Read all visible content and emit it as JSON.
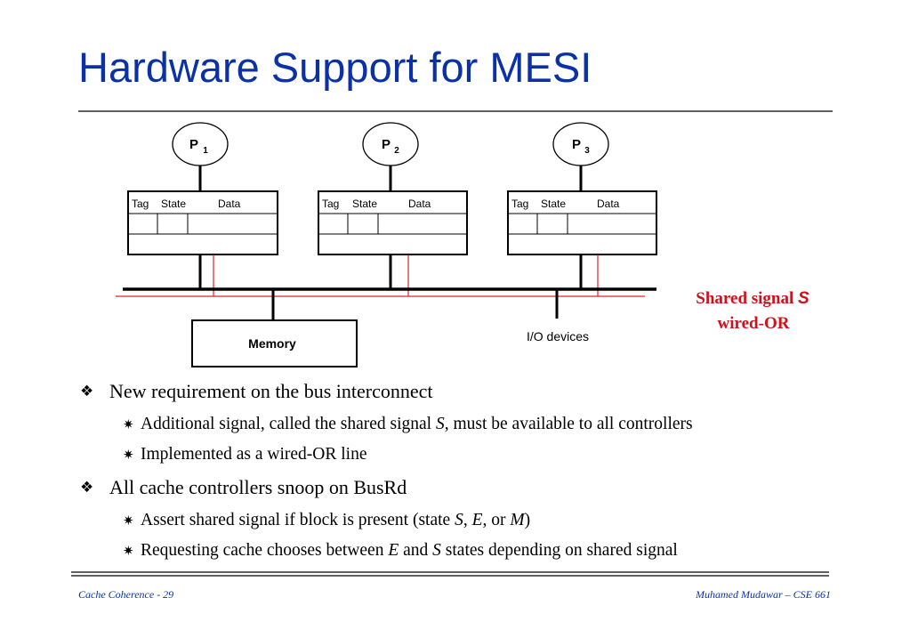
{
  "slide": {
    "title": "Hardware Support for MESI"
  },
  "diagram": {
    "processors": [
      {
        "label": "P",
        "sub": "1"
      },
      {
        "label": "P",
        "sub": "2"
      },
      {
        "label": "P",
        "sub": "3"
      }
    ],
    "cache_headers": {
      "tag": "Tag",
      "state": "State",
      "data": "Data"
    },
    "memory_label": "Memory",
    "io_label": "I/O devices",
    "shared_signal": {
      "line1_text": "Shared signal ",
      "line1_symbol": "S",
      "line2": "wired-OR"
    },
    "colors": {
      "title": "#0a32a6",
      "signal_line": "#e0202a",
      "signal_text": "#d0101a"
    }
  },
  "bullets": [
    {
      "text": "New requirement on the bus interconnect",
      "sub": [
        {
          "parts": [
            "Additional signal, called the shared signal ",
            "S",
            ", must be available to all controllers"
          ]
        },
        {
          "parts": [
            "Implemented as a wired-OR line"
          ]
        }
      ]
    },
    {
      "text": "All cache controllers snoop on BusRd",
      "sub": [
        {
          "parts": [
            "Assert shared signal if block is present (state ",
            "S",
            ", ",
            "E",
            ", or ",
            "M",
            ")"
          ]
        },
        {
          "parts": [
            "Requesting cache chooses between ",
            "E",
            " and ",
            "S",
            " states depending on shared signal"
          ]
        }
      ]
    }
  ],
  "footer": {
    "left": "Cache Coherence - 29",
    "right": "Muhamed Mudawar – CSE 661"
  }
}
